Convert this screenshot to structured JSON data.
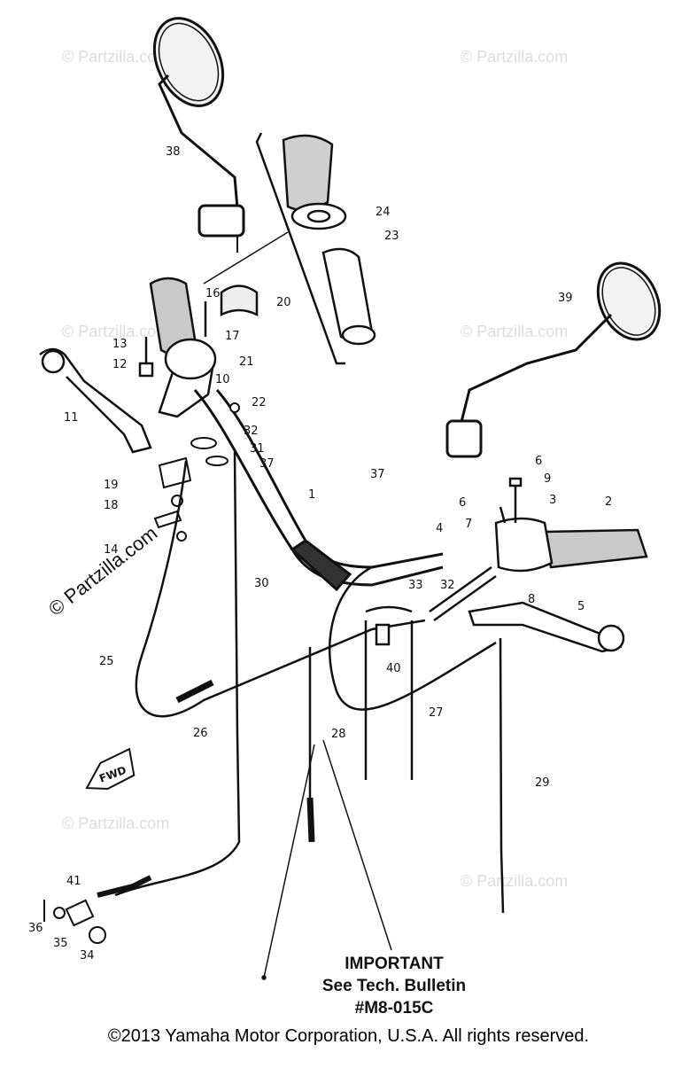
{
  "diagram": {
    "callouts": [
      "1",
      "2",
      "3",
      "4",
      "5",
      "6",
      "6",
      "7",
      "8",
      "9",
      "10",
      "11",
      "12",
      "13",
      "14",
      "16",
      "17",
      "18",
      "19",
      "20",
      "21",
      "22",
      "23",
      "24",
      "25",
      "26",
      "27",
      "28",
      "29",
      "30",
      "31",
      "32",
      "32",
      "33",
      "34",
      "35",
      "36",
      "37",
      "37",
      "38",
      "39",
      "40",
      "41"
    ],
    "note": {
      "line1": "IMPORTANT",
      "line2": "See Tech. Bulletin",
      "line3": "#M8-015C"
    },
    "fwd_label": "FWD",
    "watermark": "© Partzilla.com",
    "side_watermark": "© Partzilla.com"
  },
  "footer": {
    "copyright": "©2013 Yamaha Motor Corporation, U.S.A. All rights reserved."
  }
}
